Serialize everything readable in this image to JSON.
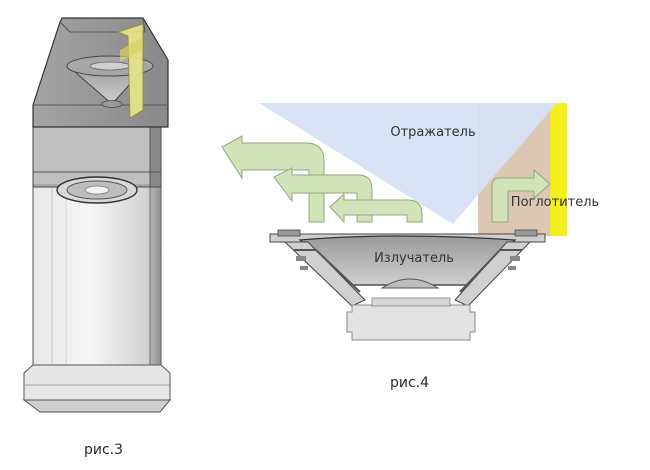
{
  "figures": {
    "fig3": {
      "caption": "рис.3"
    },
    "fig4": {
      "caption": "рис.4",
      "labels": {
        "reflector": "Отражатель",
        "absorber": "Поглотитель",
        "emitter": "Излучатель"
      }
    }
  },
  "colors": {
    "reflector_fill": "#d6e1f4",
    "absorber_fill": "#dcc7b4",
    "yellow_strip": "#f3ef1c",
    "arrow_fill": "#d3e3b9",
    "arrow_stroke": "#8fa97a"
  }
}
